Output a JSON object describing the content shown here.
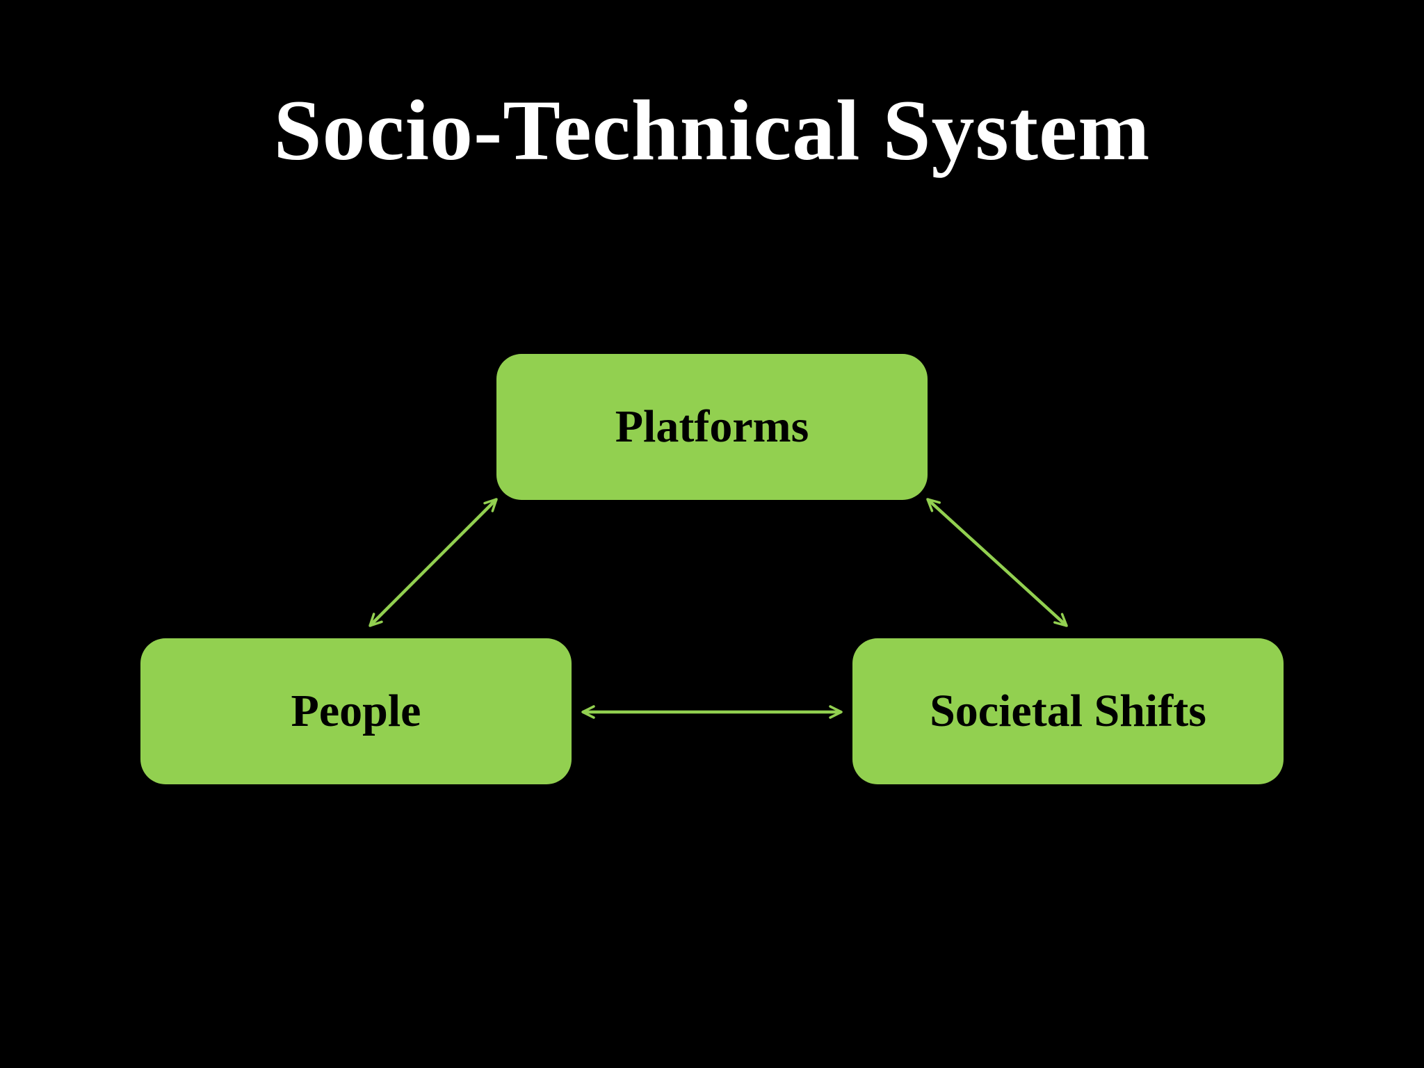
{
  "slide": {
    "title": "Socio-Technical System"
  },
  "diagram": {
    "accent_color": "#92d050",
    "background_color": "#000000",
    "nodes": [
      {
        "id": "platforms",
        "label": "Platforms"
      },
      {
        "id": "people",
        "label": "People"
      },
      {
        "id": "societal_shifts",
        "label": "Societal Shifts"
      }
    ],
    "edges": [
      {
        "from": "people",
        "to": "platforms",
        "direction": "both"
      },
      {
        "from": "platforms",
        "to": "societal_shifts",
        "direction": "both"
      },
      {
        "from": "people",
        "to": "societal_shifts",
        "direction": "both"
      }
    ]
  }
}
